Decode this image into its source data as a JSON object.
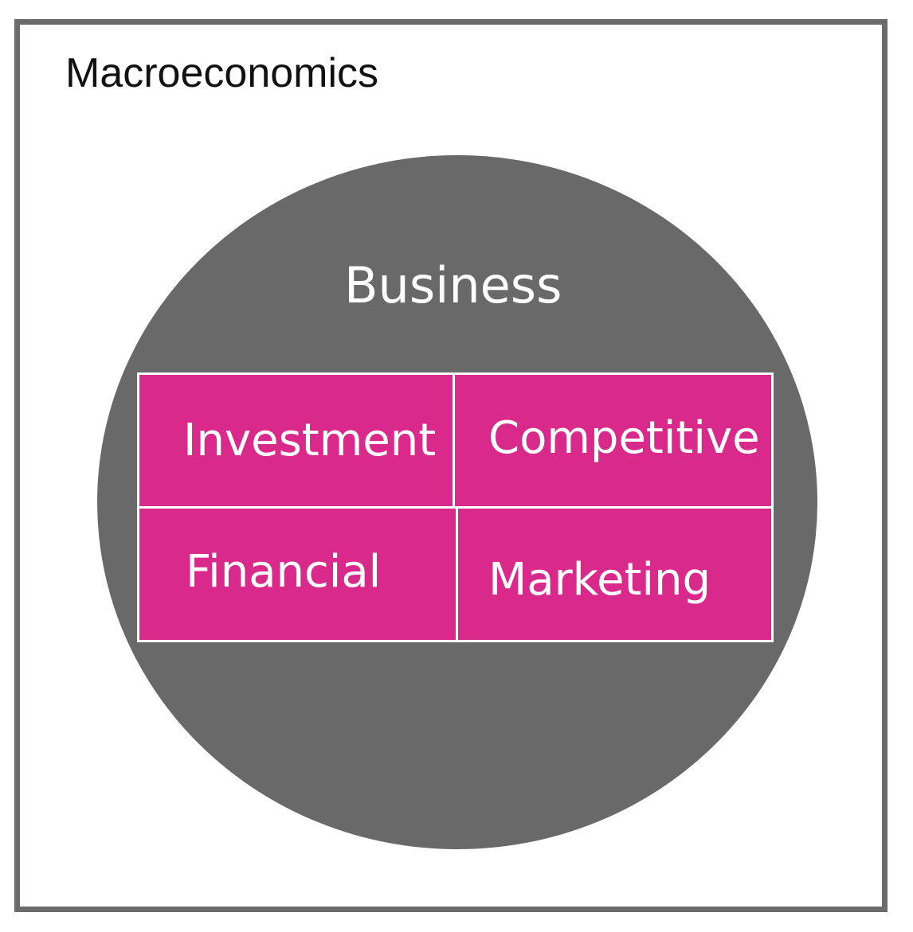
{
  "colors": {
    "frame_border": "#6b6b6b",
    "circle_fill": "#696969",
    "cell_fill": "#d92a8c",
    "cell_border": "#ffffff",
    "inner_text": "#ffffff",
    "outer_text": "#111111"
  },
  "outer": {
    "label": "Macroeconomics"
  },
  "circle": {
    "label": "Business"
  },
  "cells": {
    "top_left": "Investment",
    "top_right": "Competitive",
    "bottom_left": "Financial",
    "bottom_right": "Marketing"
  }
}
